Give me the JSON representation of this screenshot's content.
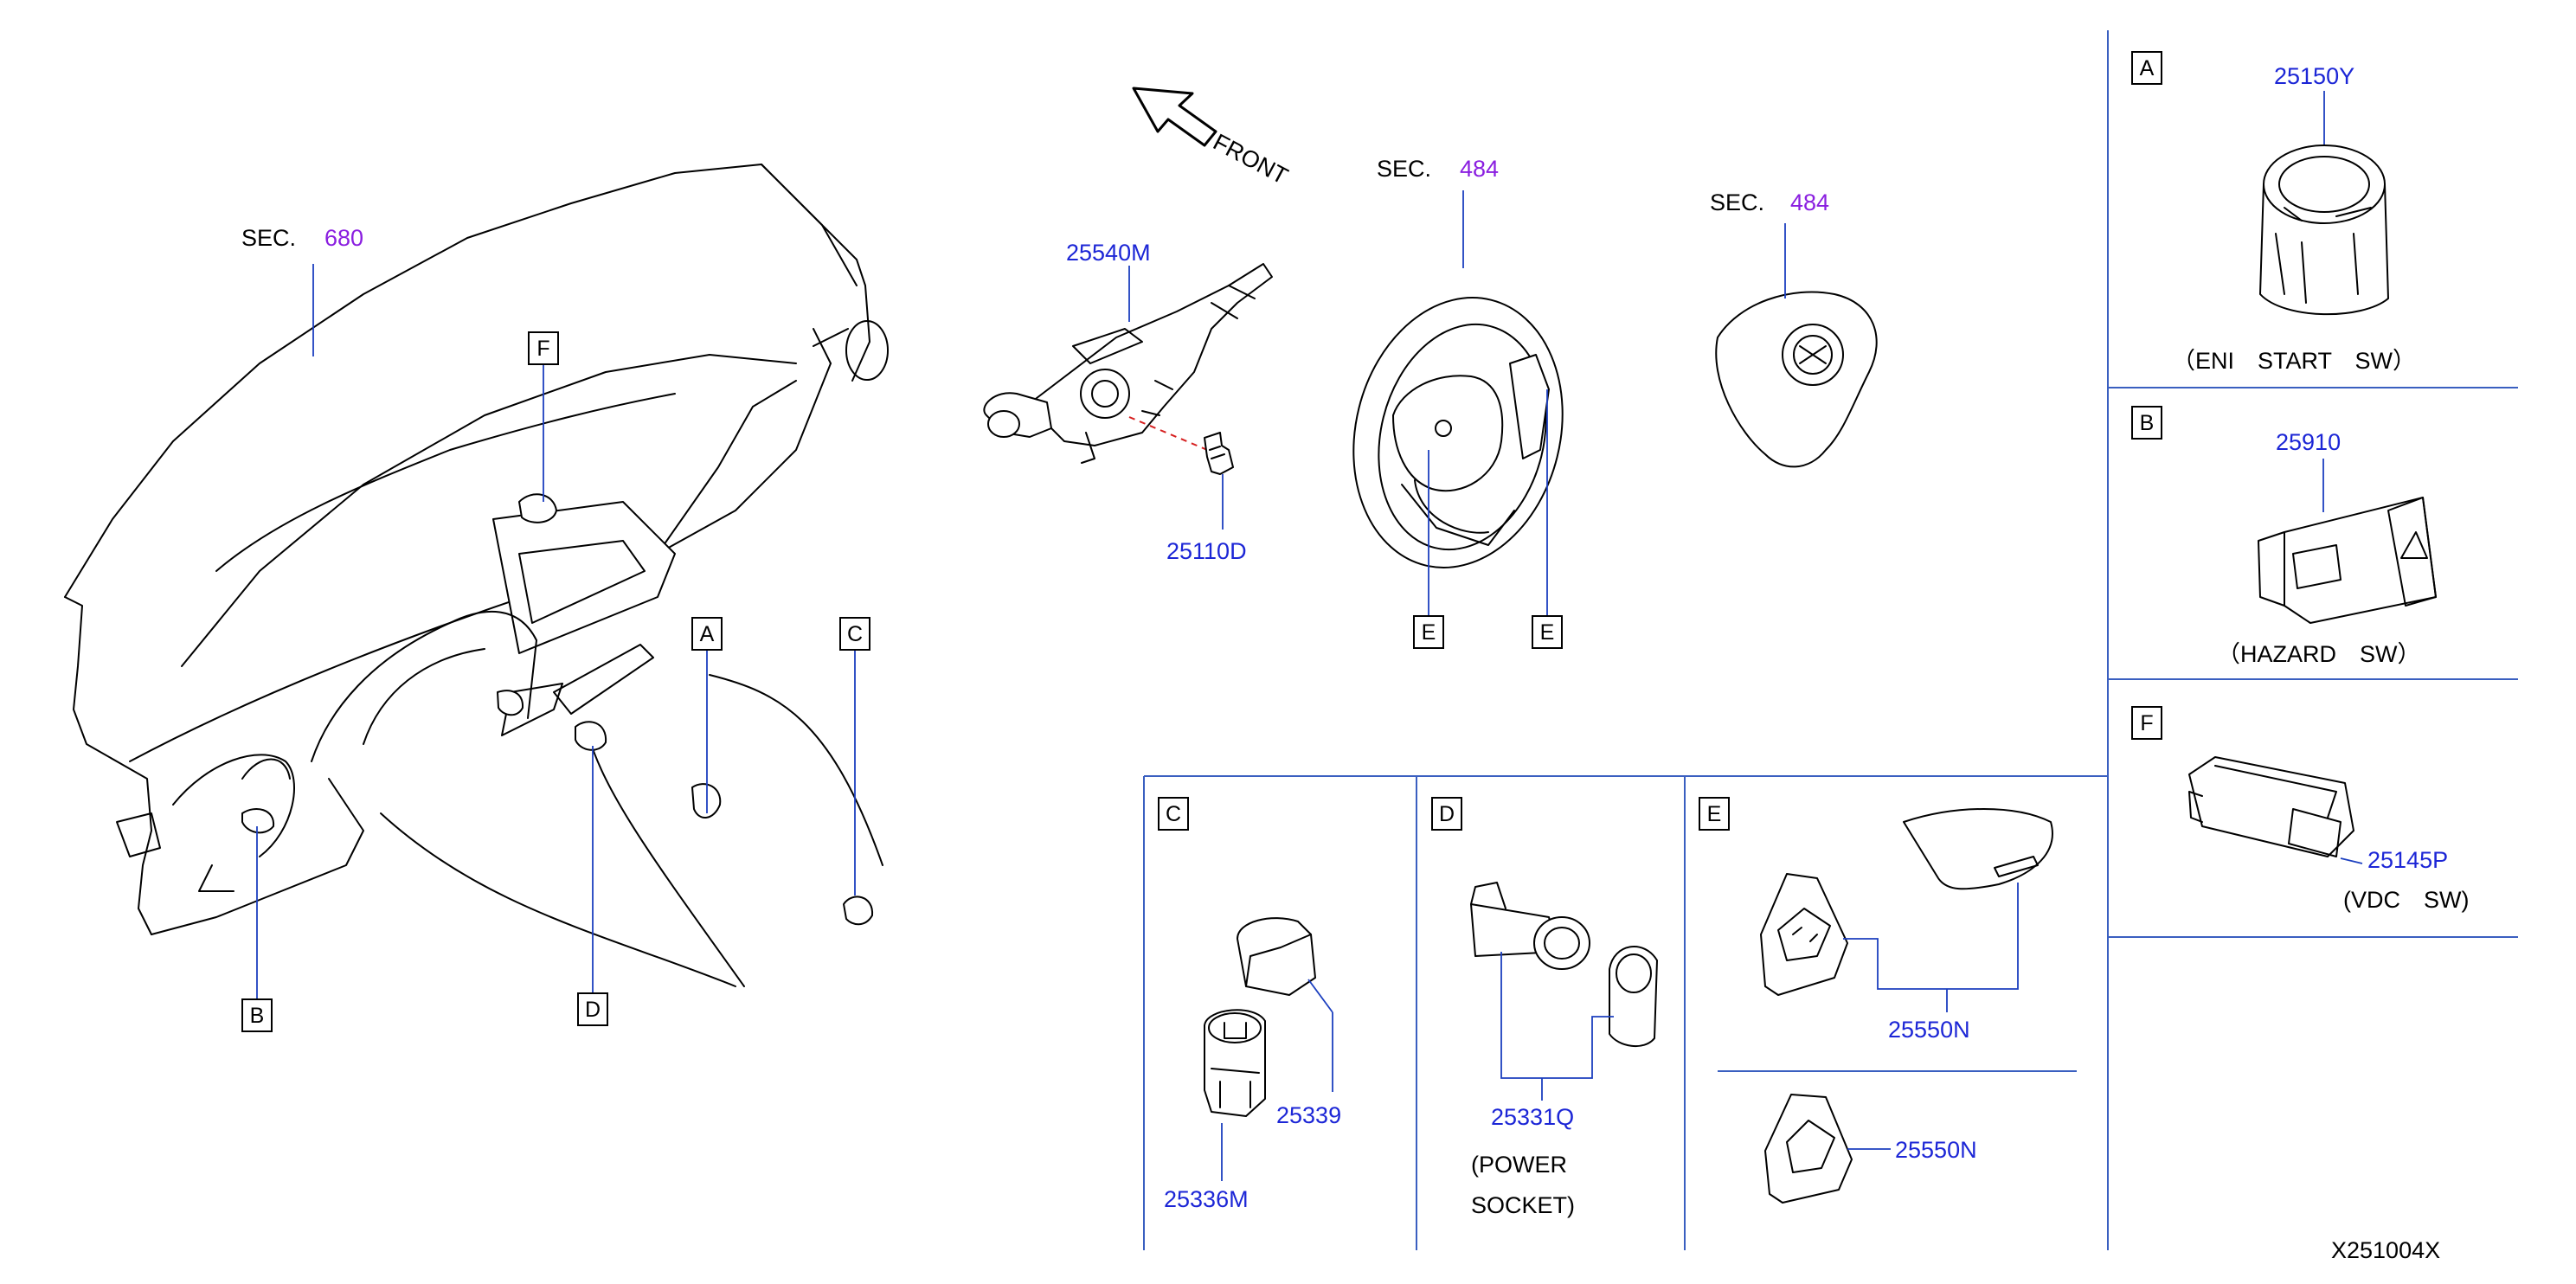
{
  "colors": {
    "part_number": "#1c26d6",
    "section_ref": "#8a1ee0",
    "leader": "#1c3fbf",
    "frame": "#3a5fc0",
    "ink": "#000000",
    "dashed_axis": "#d62020"
  },
  "front_label": "FRONT",
  "diagram_id": "X251004X",
  "sections": [
    {
      "prefix": "SEC.",
      "number": "680"
    },
    {
      "prefix": "SEC.",
      "number": "484"
    },
    {
      "prefix": "SEC.",
      "number": "484"
    }
  ],
  "panels": {
    "A": {
      "tag": "A",
      "part": "25150Y",
      "caption": "（ENI　START　SW）"
    },
    "B": {
      "tag": "B",
      "part": "25910",
      "caption": "（HAZARD　SW）"
    },
    "F": {
      "tag": "F",
      "part": "25145P",
      "caption": "(VDC　SW)"
    },
    "C": {
      "tag": "C",
      "parts": [
        "25339",
        "25336M"
      ]
    },
    "D": {
      "tag": "D",
      "part": "25331Q",
      "caption_lines": [
        "(POWER",
        "SOCKET)"
      ]
    },
    "E": {
      "tag": "E",
      "parts": [
        "25550N",
        "25550N"
      ]
    }
  },
  "main_parts": {
    "combination_switch": "25540M",
    "screw": "25110D"
  },
  "dash_callouts": [
    "A",
    "B",
    "C",
    "D",
    "F"
  ],
  "wheel_callouts": [
    "E",
    "E"
  ]
}
